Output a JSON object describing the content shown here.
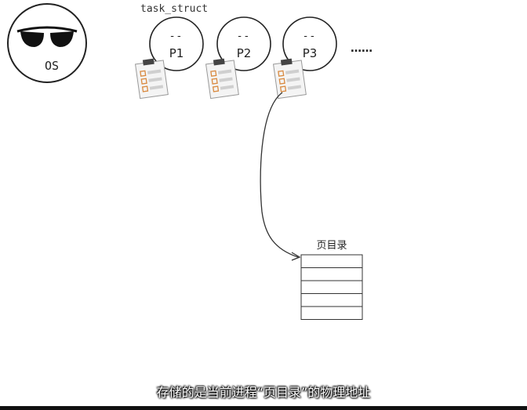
{
  "os": {
    "label": "OS"
  },
  "task_struct": {
    "label": "task_struct"
  },
  "processes": [
    {
      "label": "P1",
      "face": "- -"
    },
    {
      "label": "P2",
      "face": "- -"
    },
    {
      "label": "P3",
      "face": "- -"
    }
  ],
  "ellipsis": "……",
  "page_directory": {
    "title": "页目录",
    "rows": 5
  },
  "subtitle": "存储的是当前进程“页目录”的物理地址",
  "colors": {
    "stroke": "#222222",
    "clipboard_fill": "#f4f4f4",
    "checkbox": "#d98a40",
    "lines": "#cfcfcf"
  }
}
